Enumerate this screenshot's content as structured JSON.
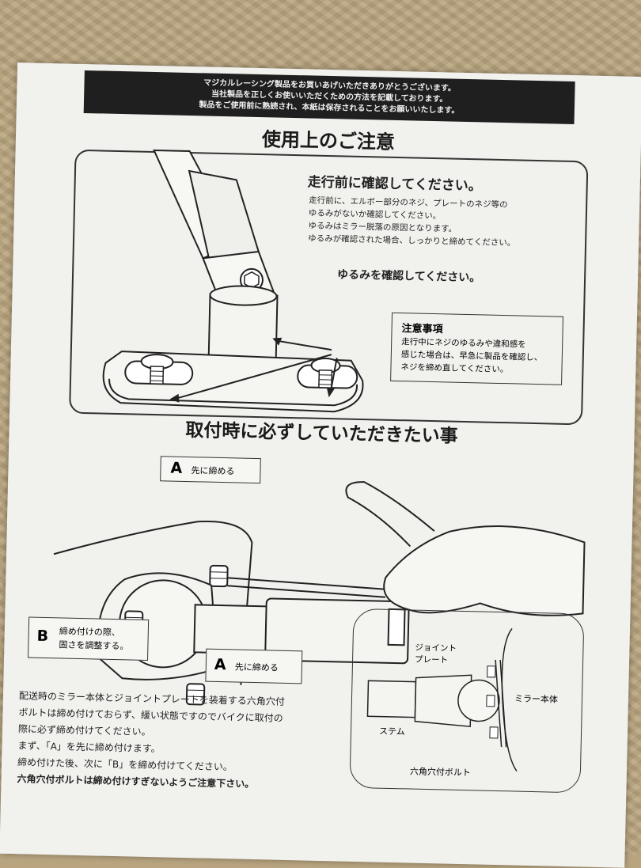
{
  "header": {
    "line1": "マジカルレーシング製品をお買いあげいただきありがとうございます。",
    "line2": "当社製品を正しくお使いいただくための方法を記載しております。",
    "line3": "製品をご使用前に熟読され、本紙は保存されることをお願いいたします。"
  },
  "section1": {
    "title": "使用上のご注意",
    "heading": "走行前に確認してください。",
    "lines": [
      "走行前に、エルボー部分のネジ、プレートのネジ等の",
      "ゆるみがないか確認してください。",
      "ゆるみはミラー脱落の原因となります。",
      "ゆるみが確認された場合、しっかりと締めてください。"
    ],
    "callout": "ゆるみを確認してください。",
    "caution_title": "注意事項",
    "caution_lines": [
      "走行中にネジのゆるみや違和感を",
      "感じた場合は、早急に製品を確認し、",
      "ネジを締め直してください。"
    ]
  },
  "section2": {
    "title": "取付時に必ずしていただきたい事",
    "label_a_top": {
      "letter": "A",
      "text": "先に締める"
    },
    "label_b": {
      "letter": "B",
      "line1": "締め付けの際、",
      "line2": "固さを調整する。"
    },
    "label_a_bottom": {
      "letter": "A",
      "text": "先に締める"
    },
    "inset": {
      "joint_plate_1": "ジョイント",
      "joint_plate_2": "プレート",
      "mirror_body": "ミラー本体",
      "stem": "ステム",
      "hex_bolt": "六角穴付ボルト"
    },
    "body_lines": [
      "配送時のミラー本体とジョイントプレートを装着する六角穴付",
      "ボルトは締め付けておらず、緩い状態ですのでバイクに取付の",
      "際に必ず締め付けてください。",
      "まず、「A」を先に締め付けます。",
      "締め付けた後、次に「B」を締め付けてください。"
    ],
    "final_warning": "六角穴付ボルトは締め付けすぎないようご注意下さい。"
  }
}
